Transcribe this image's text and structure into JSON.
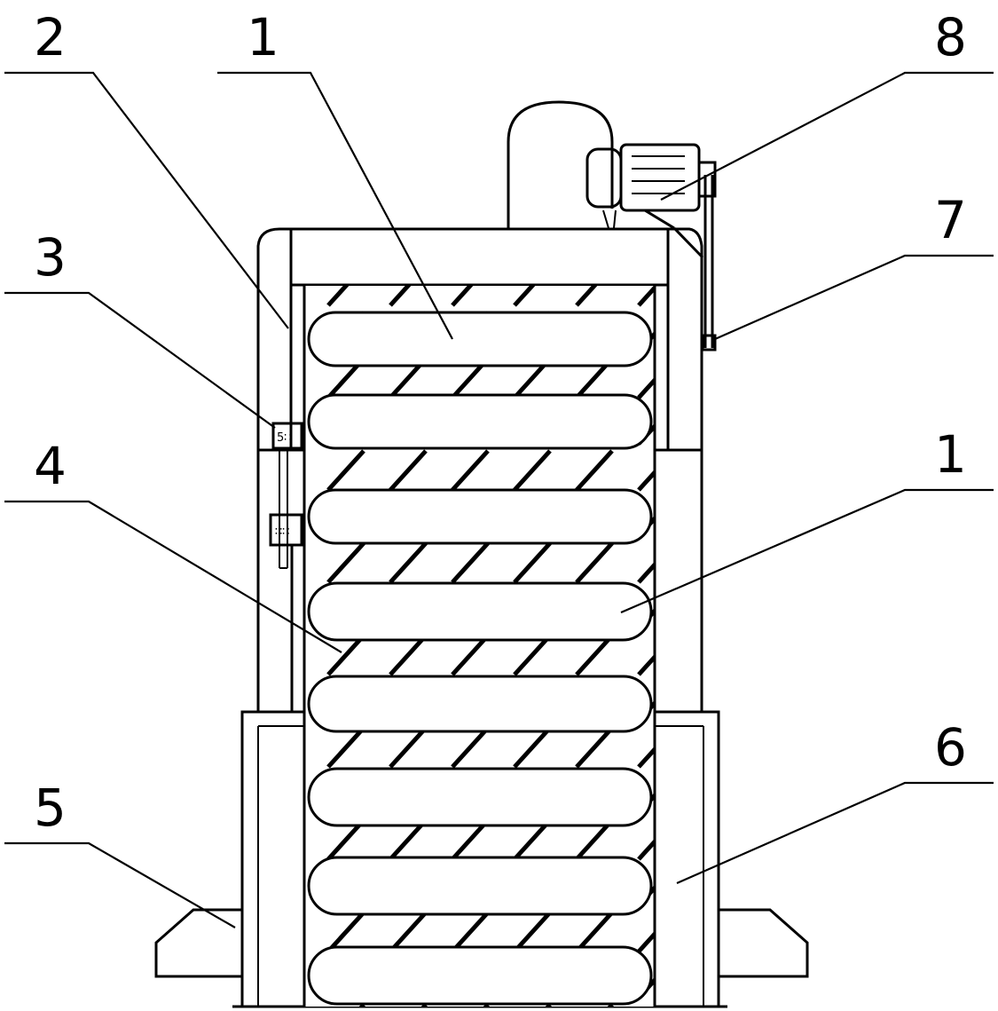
{
  "labels": {
    "top_left_2": "2",
    "top_1": "1",
    "top_right_8": "8",
    "right_7": "7",
    "left_3": "3",
    "right_1": "1",
    "left_4": "4",
    "left_5": "5",
    "right_6": "6"
  }
}
